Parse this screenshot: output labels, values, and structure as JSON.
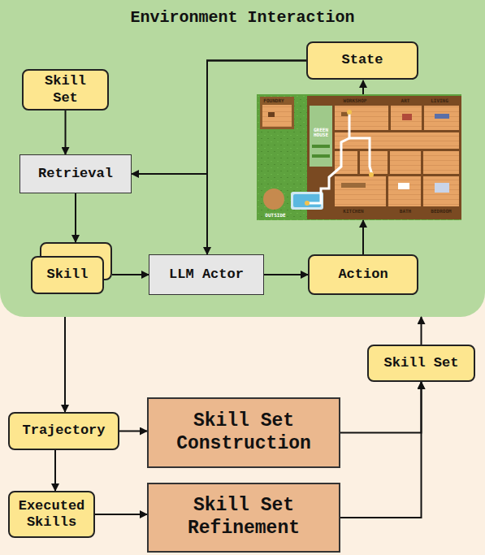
{
  "diagram": {
    "nodes": [
      {
        "text": [
          "Environment Interaction"
        ]
      },
      {
        "text": [
          "State"
        ],
        "in": 0
      },
      {
        "text": [
          "Skill Set"
        ],
        "in": 0
      },
      {
        "text": [
          "Retrieval"
        ],
        "in": 0
      },
      {
        "text": [
          "Skill"
        ],
        "in": 0
      },
      {
        "text": [
          "LLM Actor"
        ],
        "in": 0
      },
      {
        "text": [
          "Action"
        ],
        "in": 0
      },
      {
        "text": [
          "Skill Set"
        ]
      },
      {
        "text": [
          "Trajectory"
        ]
      },
      {
        "text": [
          "Skill Set Construction"
        ]
      },
      {
        "text": [
          "Executed Skills"
        ]
      },
      {
        "text": [
          "Skill Set Refinement"
        ]
      }
    ],
    "edges": [
      {
        "from": 2,
        "to": 3,
        "arrow": "to"
      },
      {
        "from": 3,
        "to": 4,
        "arrow": "to"
      },
      {
        "from": 4,
        "to": 5,
        "arrow": "to"
      },
      {
        "from": 5,
        "to": 6,
        "arrow": "to"
      },
      {
        "from": 1,
        "to": 3,
        "arrow": "to"
      },
      {
        "from": 1,
        "to": 5,
        "arrow": "to"
      },
      {
        "from": 0,
        "to": 8,
        "arrow": "to"
      },
      {
        "from": 8,
        "to": 9,
        "arrow": "to"
      },
      {
        "from": 8,
        "to": 10,
        "arrow": "to"
      },
      {
        "from": 10,
        "to": 11,
        "arrow": "to"
      },
      {
        "from": 9,
        "to": 7,
        "arrow": "to"
      },
      {
        "from": 11,
        "to": 7,
        "arrow": "to"
      },
      {
        "from": 7,
        "to": 0,
        "arrow": "to"
      }
    ],
    "labels": [
      "FOUNDRY",
      "WORKSHOP",
      "ART",
      "LIVING",
      "GREEN HOUSE",
      "OUTSIDE",
      "KITCHEN",
      "BATH",
      "BEDROOM"
    ]
  }
}
